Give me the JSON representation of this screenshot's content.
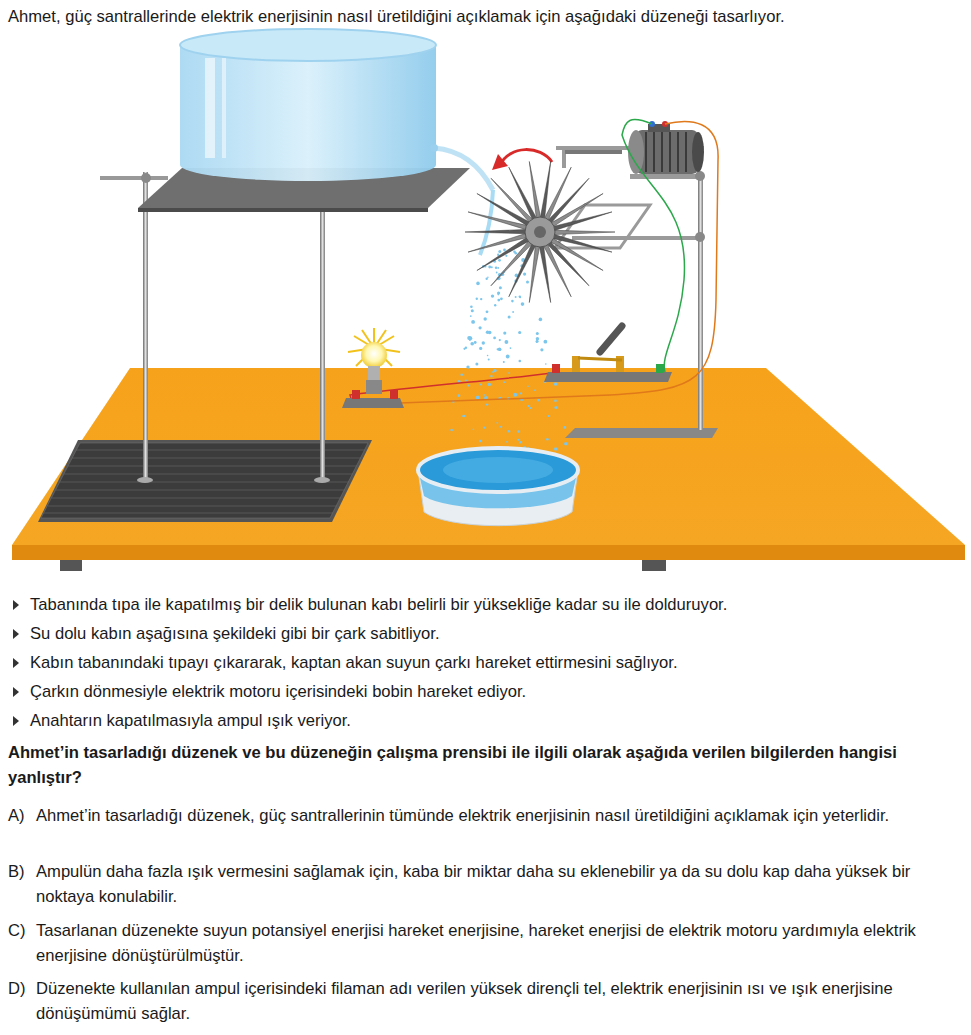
{
  "diagram": {
    "labels": [
      "Ahmet, güç santrallerinde elektrik enerjisinin nasıl üretildiğini açıklamak için aşağıdaki düzeneği tasarlıyor.",
      "Tabanında tıpa ile kapatılmış bir delik bulunan kabı belirli bir yüksekliğe kadar su ile dolduruyor.",
      "Su dolu kabın aşağısına şekildeki gibi bir çark sabitliyor.",
      "Kabın tabanındaki tıpayı çıkararak, kaptan akan suyun çarkı hareket ettirmesini sağlıyor.",
      "Çarkın dönmesiyle elektrik motoru içerisindeki bobin hareket ediyor.",
      "Anahtarın kapatılmasıyla ampul ışık veriyor.",
      "Ahmet’in tasarladığı düzenek ve bu düzeneğin çalışma prensibi ile ilgili olarak aşağıda verilen bilgilerden hangisi yanlıştır?",
      "A)",
      "Ahmet’in tasarladığı düzenek, güç santrallerinin tümünde elektrik enerjisinin nasıl üretildiğini açıklamak için yeterlidir.",
      "B)",
      "Ampulün daha fazla ışık vermesini sağlamak için, kaba bir miktar daha su eklenebilir ya da su dolu kap daha yüksek bir noktaya konulabilir.",
      "C)",
      "Tasarlanan düzenekte suyun potansiyel enerjisi hareket enerjisine, hareket enerjisi de elektrik motoru yardımıyla elektrik enerjisine dönüştürülmüştür.",
      "D)",
      "Düzenekte kullanılan ampul içerisindeki filaman adı verilen yüksek dirençli tel, elektrik enerjisinin ısı ve ışık enerjisine dönüşümümü sağlar."
    ]
  }
}
